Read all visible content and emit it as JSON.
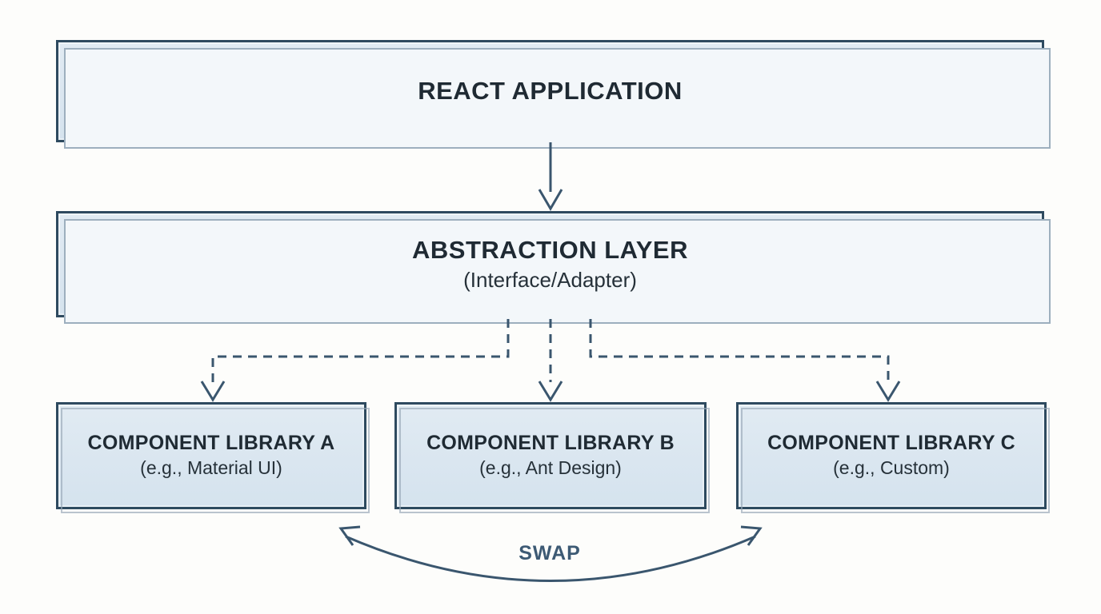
{
  "diagram": {
    "react_box": {
      "label": "REACT APPLICATION"
    },
    "abstraction_box": {
      "label": "ABSTRACTION LAYER",
      "sublabel": "(Interface/Adapter)"
    },
    "libraries": [
      {
        "label": "COMPONENT LIBRARY A",
        "sublabel": "(e.g., Material UI)"
      },
      {
        "label": "COMPONENT LIBRARY B",
        "sublabel": "(e.g., Ant Design)"
      },
      {
        "label": "COMPONENT LIBRARY C",
        "sublabel": "(e.g., Custom)"
      }
    ],
    "swap_label": "SWAP",
    "colors": {
      "background": "#fdfdfb",
      "box_fill": "#dbe7f1",
      "box_border": "#2e4a5f",
      "box_shadow": "#9dafbe",
      "text": "#1f2a33",
      "connector": "#3a566e",
      "swap_text": "#3d5a74"
    }
  }
}
